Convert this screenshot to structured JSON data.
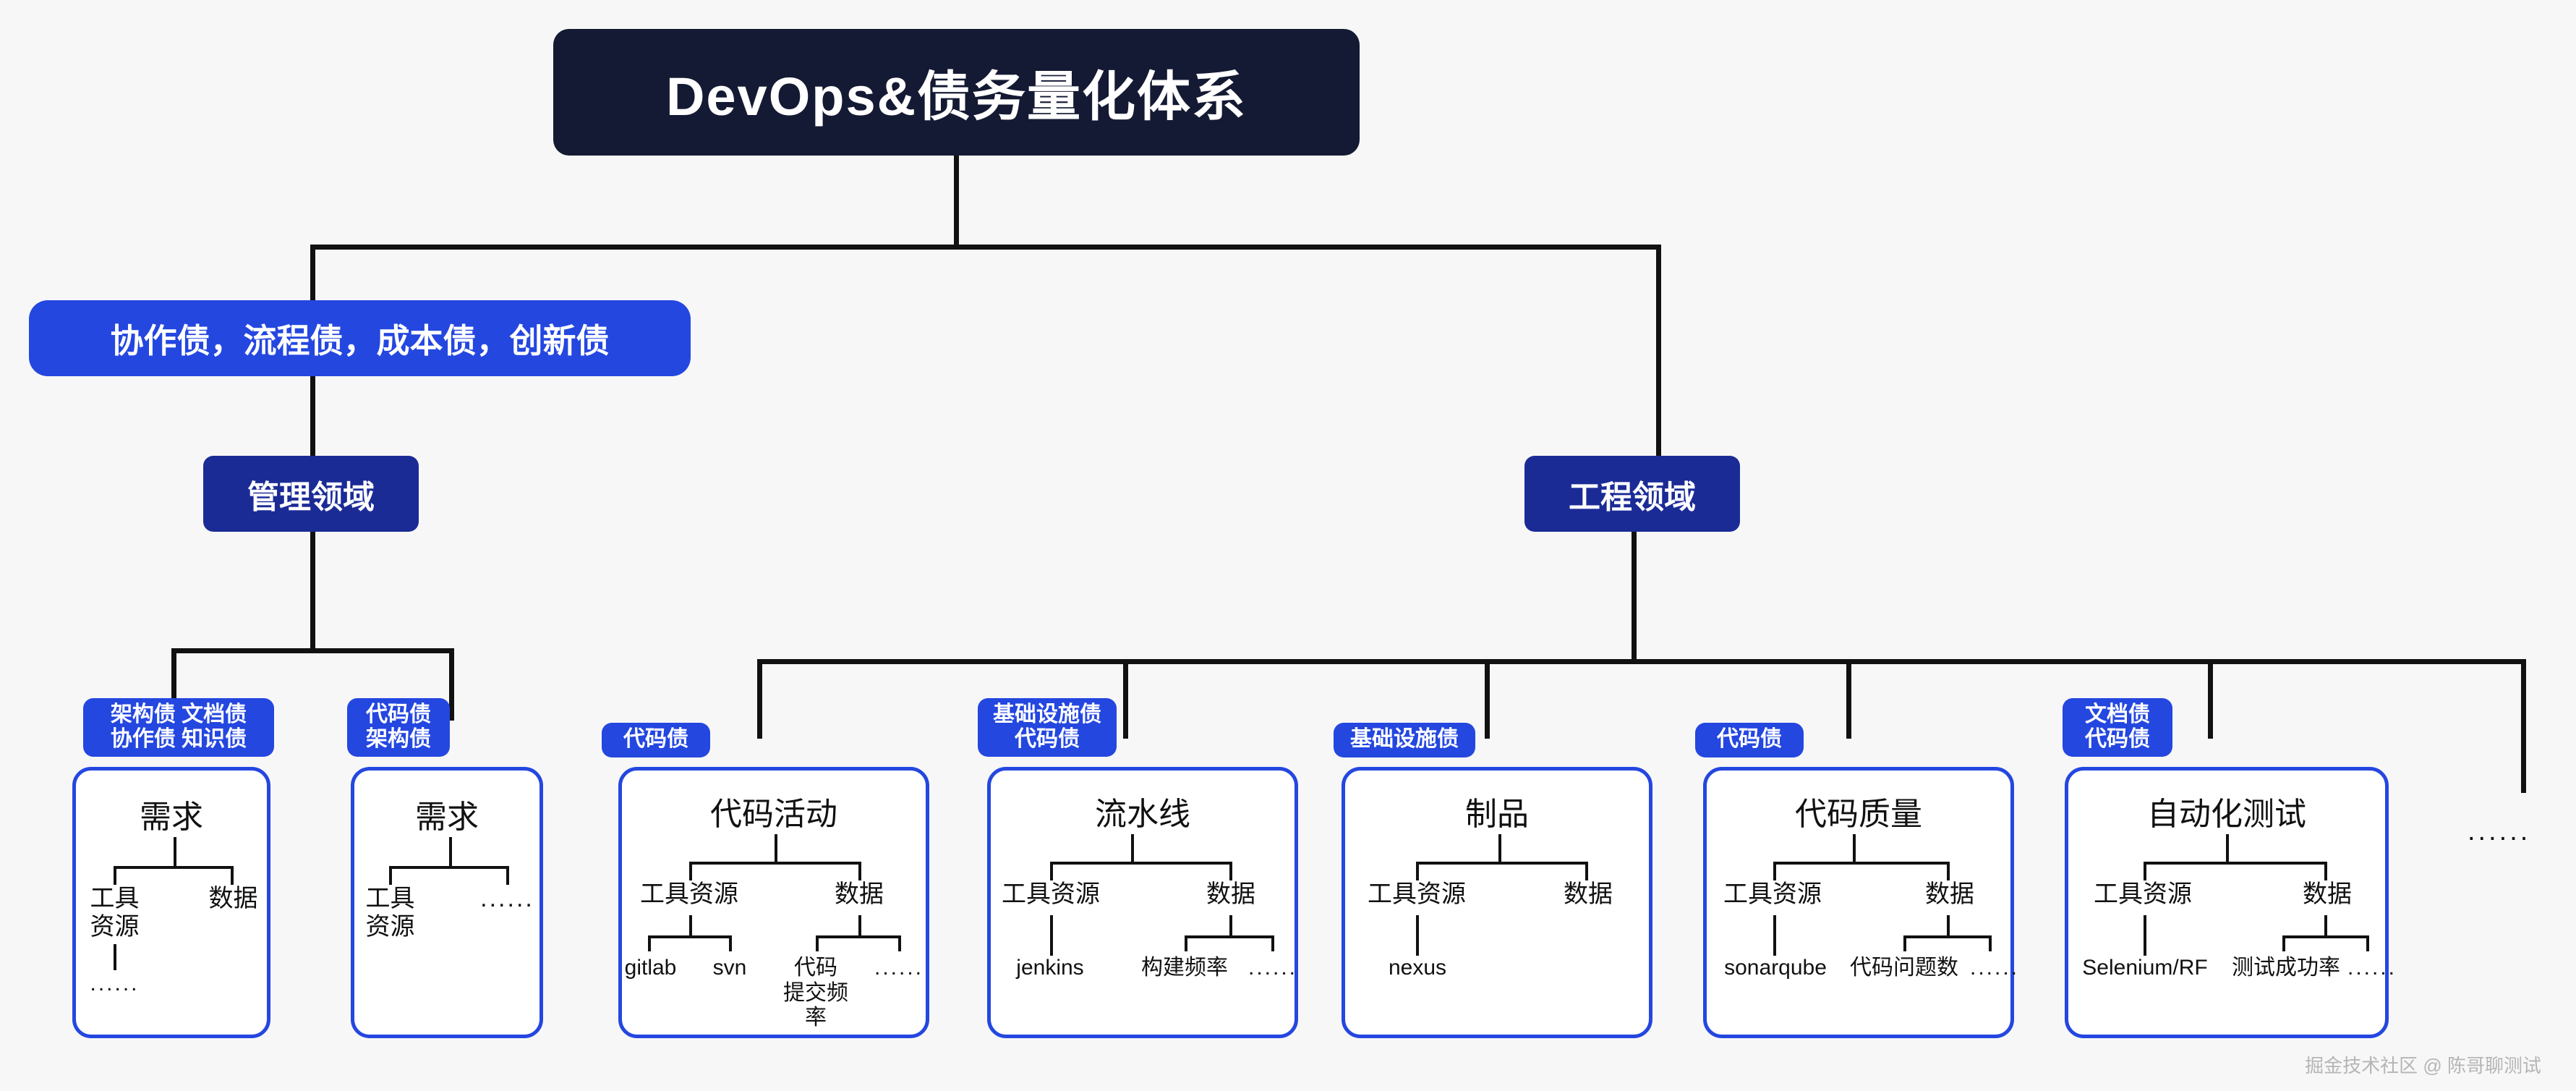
{
  "title": {
    "text": "DevOps&债务量化体系"
  },
  "banner": {
    "text": "协作债，流程债，成本债，创新债"
  },
  "domains": {
    "management": {
      "label": "管理领域"
    },
    "engineering": {
      "label": "工程领域"
    }
  },
  "trailing_dots": "......",
  "watermark": "掘金技术社区 @ 陈哥聊测试",
  "colors": {
    "title_bg": "#141a33",
    "accent_blue": "#2447e0",
    "domain_blue": "#1b2b96",
    "line": "#111111",
    "page_bg": "#f7f7f7"
  },
  "cards": [
    {
      "id": "requirement-mgmt",
      "tag": "架构债  文档债\n协作债  知识债",
      "title": "需求",
      "children": [
        {
          "label": "工具资源",
          "sub": [
            "......"
          ]
        },
        {
          "label": "数据",
          "sub": []
        }
      ]
    },
    {
      "id": "requirement-code",
      "tag": "代码债\n架构债",
      "title": "需求",
      "children": [
        {
          "label": "工具资源",
          "sub": []
        },
        {
          "label": "......",
          "sub": []
        }
      ]
    },
    {
      "id": "code-activity",
      "tag": "代码债",
      "title": "代码活动",
      "children": [
        {
          "label": "工具资源",
          "sub": [
            "gitlab",
            "svn"
          ]
        },
        {
          "label": "数据",
          "sub": [
            "代码\n提交频率",
            "......"
          ]
        }
      ]
    },
    {
      "id": "pipeline",
      "tag": "基础设施债\n代码债",
      "title": "流水线",
      "children": [
        {
          "label": "工具资源",
          "sub": [
            "jenkins"
          ]
        },
        {
          "label": "数据",
          "sub": [
            "构建频率",
            "......"
          ]
        }
      ]
    },
    {
      "id": "artifact",
      "tag": "基础设施债",
      "title": "制品",
      "children": [
        {
          "label": "工具资源",
          "sub": [
            "nexus"
          ]
        },
        {
          "label": "数据",
          "sub": []
        }
      ]
    },
    {
      "id": "code-quality",
      "tag": "代码债",
      "title": "代码质量",
      "children": [
        {
          "label": "工具资源",
          "sub": [
            "sonarqube"
          ]
        },
        {
          "label": "数据",
          "sub": [
            "代码问题数",
            "......"
          ]
        }
      ]
    },
    {
      "id": "automation-test",
      "tag": "文档债\n代码债",
      "title": "自动化测试",
      "children": [
        {
          "label": "工具资源",
          "sub": [
            "Selenium/RF"
          ]
        },
        {
          "label": "数据",
          "sub": [
            "测试成功率",
            "......"
          ]
        }
      ]
    }
  ]
}
